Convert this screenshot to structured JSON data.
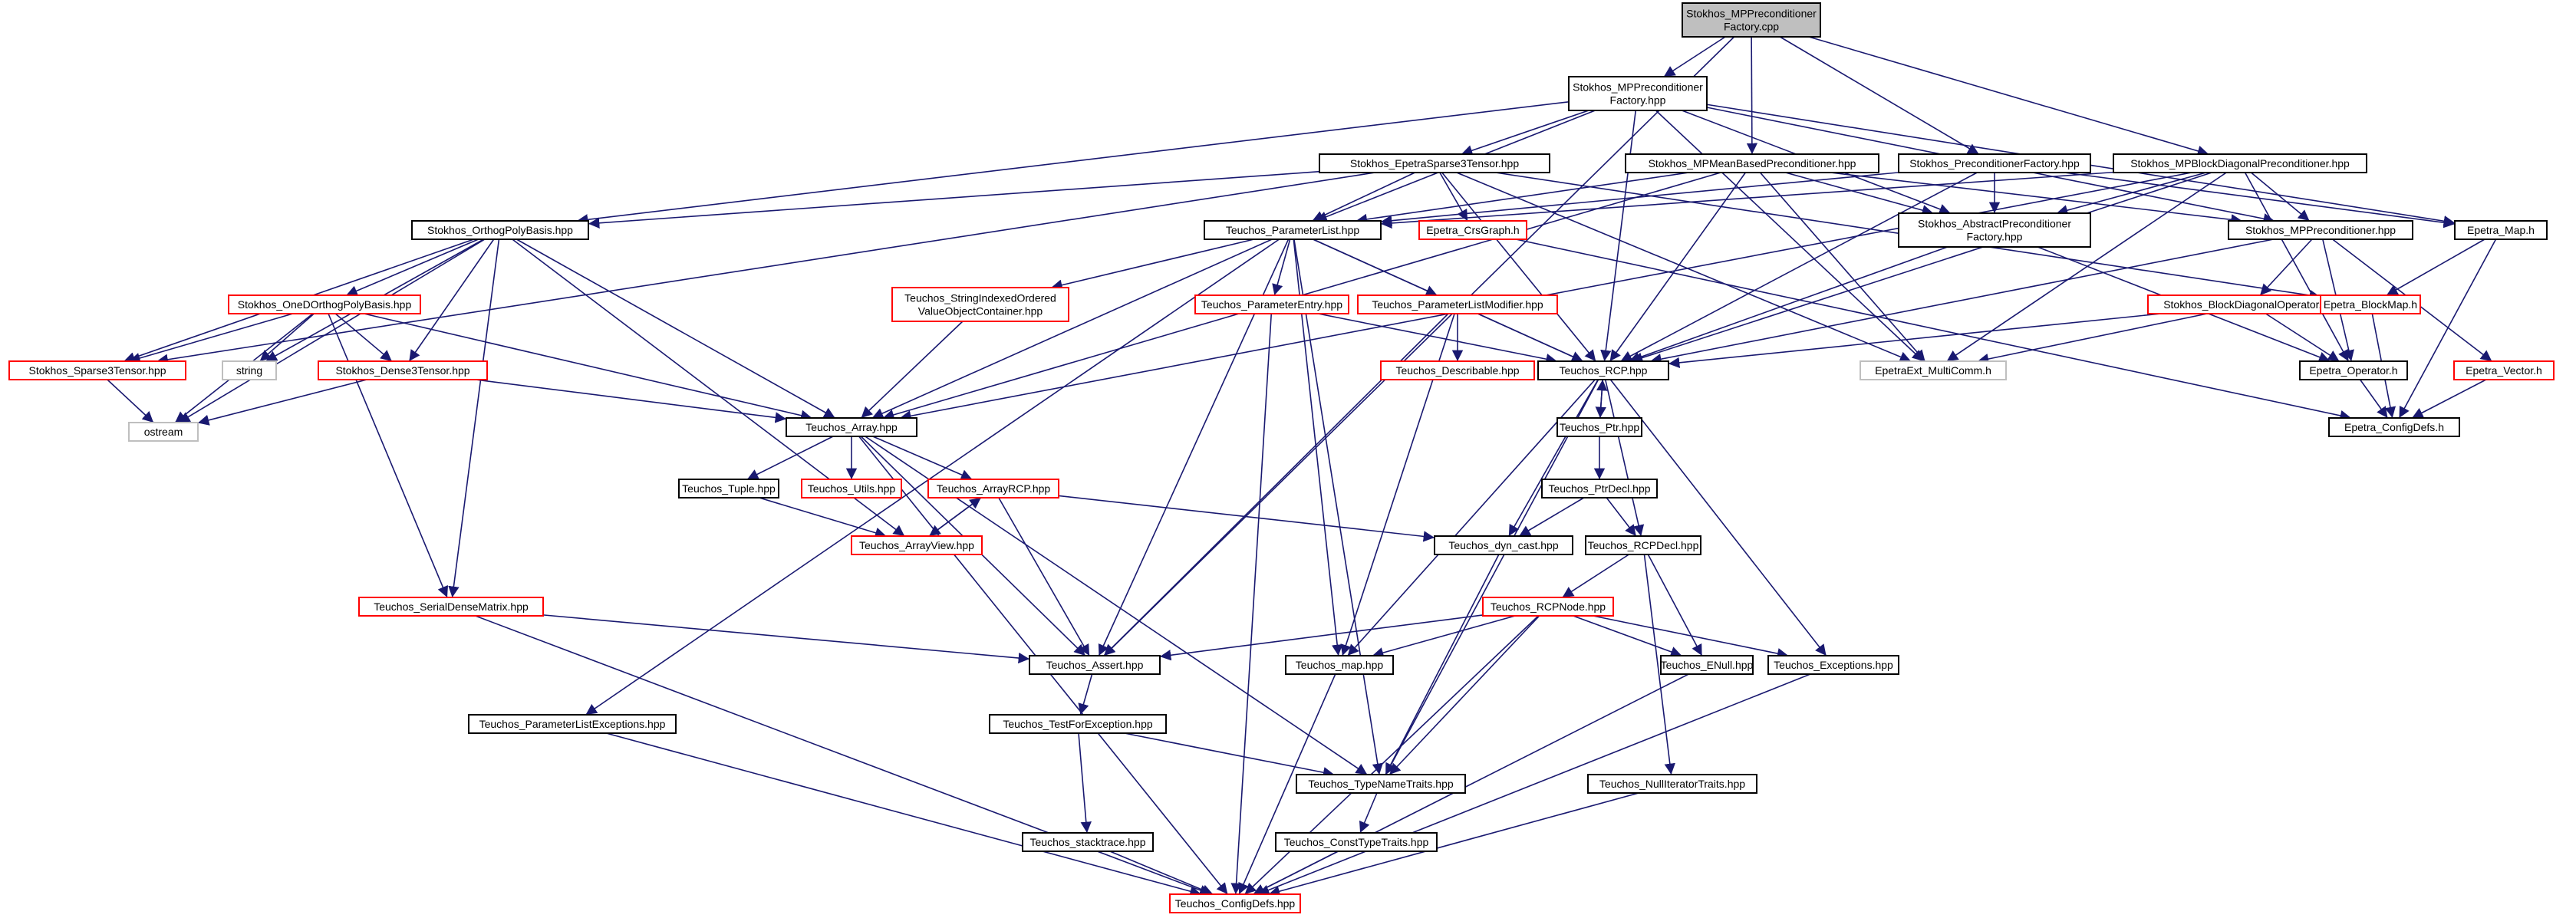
{
  "colors": {
    "edge": "#191970",
    "node_border": "#000000",
    "node_border_red": "#ff0000",
    "node_border_gray": "#bfbfbf",
    "root_fill": "#bfbfbf",
    "node_fill": "#ffffff",
    "text": "#000000"
  },
  "nodes": [
    {
      "id": "root",
      "lines": [
        "Stokhos_MPPreconditioner",
        "Factory.cpp"
      ],
      "style": "root"
    },
    {
      "id": "mpfac_hpp",
      "lines": [
        "Stokhos_MPPreconditioner",
        "Factory.hpp"
      ],
      "style": "black"
    },
    {
      "id": "epetra_sparse3",
      "lines": [
        "Stokhos_EpetraSparse3Tensor.hpp"
      ],
      "style": "black"
    },
    {
      "id": "mpmean",
      "lines": [
        "Stokhos_MPMeanBasedPreconditioner.hpp"
      ],
      "style": "black"
    },
    {
      "id": "precfac",
      "lines": [
        "Stokhos_PreconditionerFactory.hpp"
      ],
      "style": "black"
    },
    {
      "id": "mpblockdiag",
      "lines": [
        "Stokhos_MPBlockDiagonalPreconditioner.hpp"
      ],
      "style": "black"
    },
    {
      "id": "orthopoly",
      "lines": [
        "Stokhos_OrthogPolyBasis.hpp"
      ],
      "style": "black"
    },
    {
      "id": "paramlist",
      "lines": [
        "Teuchos_ParameterList.hpp"
      ],
      "style": "black"
    },
    {
      "id": "crsgraph",
      "lines": [
        "Epetra_CrsGraph.h"
      ],
      "style": "red"
    },
    {
      "id": "absprecfac",
      "lines": [
        "Stokhos_AbstractPreconditioner",
        "Factory.hpp"
      ],
      "style": "black"
    },
    {
      "id": "mpprec",
      "lines": [
        "Stokhos_MPPreconditioner.hpp"
      ],
      "style": "black"
    },
    {
      "id": "epetramap",
      "lines": [
        "Epetra_Map.h"
      ],
      "style": "black"
    },
    {
      "id": "oned",
      "lines": [
        "Stokhos_OneDOrthogPolyBasis.hpp"
      ],
      "style": "red"
    },
    {
      "id": "stringidx",
      "lines": [
        "Teuchos_StringIndexedOrdered",
        "ValueObjectContainer.hpp"
      ],
      "style": "red"
    },
    {
      "id": "paramentry",
      "lines": [
        "Teuchos_ParameterEntry.hpp"
      ],
      "style": "red"
    },
    {
      "id": "paramlistmod",
      "lines": [
        "Teuchos_ParameterListModifier.hpp"
      ],
      "style": "red"
    },
    {
      "id": "blockdiagop",
      "lines": [
        "Stokhos_BlockDiagonalOperator.hpp"
      ],
      "style": "red"
    },
    {
      "id": "blockmap",
      "lines": [
        "Epetra_BlockMap.h"
      ],
      "style": "red"
    },
    {
      "id": "sparse3",
      "lines": [
        "Stokhos_Sparse3Tensor.hpp"
      ],
      "style": "red"
    },
    {
      "id": "string",
      "lines": [
        "string"
      ],
      "style": "gray"
    },
    {
      "id": "dense3",
      "lines": [
        "Stokhos_Dense3Tensor.hpp"
      ],
      "style": "red"
    },
    {
      "id": "describable",
      "lines": [
        "Teuchos_Describable.hpp"
      ],
      "style": "red"
    },
    {
      "id": "rcp",
      "lines": [
        "Teuchos_RCP.hpp"
      ],
      "style": "black"
    },
    {
      "id": "multicomm",
      "lines": [
        "EpetraExt_MultiComm.h"
      ],
      "style": "gray"
    },
    {
      "id": "epetraop",
      "lines": [
        "Epetra_Operator.h"
      ],
      "style": "black"
    },
    {
      "id": "epetravec",
      "lines": [
        "Epetra_Vector.h"
      ],
      "style": "red"
    },
    {
      "id": "ostream",
      "lines": [
        "ostream"
      ],
      "style": "gray"
    },
    {
      "id": "array",
      "lines": [
        "Teuchos_Array.hpp"
      ],
      "style": "black"
    },
    {
      "id": "ptr",
      "lines": [
        "Teuchos_Ptr.hpp"
      ],
      "style": "black"
    },
    {
      "id": "configdefs_h",
      "lines": [
        "Epetra_ConfigDefs.h"
      ],
      "style": "black"
    },
    {
      "id": "ptrdecl",
      "lines": [
        "Teuchos_PtrDecl.hpp"
      ],
      "style": "black"
    },
    {
      "id": "tuple",
      "lines": [
        "Teuchos_Tuple.hpp"
      ],
      "style": "black"
    },
    {
      "id": "utils",
      "lines": [
        "Teuchos_Utils.hpp"
      ],
      "style": "red"
    },
    {
      "id": "arrayrcp",
      "lines": [
        "Teuchos_ArrayRCP.hpp"
      ],
      "style": "red"
    },
    {
      "id": "arrayview",
      "lines": [
        "Teuchos_ArrayView.hpp"
      ],
      "style": "red"
    },
    {
      "id": "dyncast",
      "lines": [
        "Teuchos_dyn_cast.hpp"
      ],
      "style": "black"
    },
    {
      "id": "rcpdecl",
      "lines": [
        "Teuchos_RCPDecl.hpp"
      ],
      "style": "black"
    },
    {
      "id": "serialdense",
      "lines": [
        "Teuchos_SerialDenseMatrix.hpp"
      ],
      "style": "red"
    },
    {
      "id": "rcpnode",
      "lines": [
        "Teuchos_RCPNode.hpp"
      ],
      "style": "red"
    },
    {
      "id": "assert",
      "lines": [
        "Teuchos_Assert.hpp"
      ],
      "style": "black"
    },
    {
      "id": "map",
      "lines": [
        "Teuchos_map.hpp"
      ],
      "style": "black"
    },
    {
      "id": "enull",
      "lines": [
        "Teuchos_ENull.hpp"
      ],
      "style": "black"
    },
    {
      "id": "exceptions",
      "lines": [
        "Teuchos_Exceptions.hpp"
      ],
      "style": "black"
    },
    {
      "id": "paramlistexc",
      "lines": [
        "Teuchos_ParameterListExceptions.hpp"
      ],
      "style": "black"
    },
    {
      "id": "testforexc",
      "lines": [
        "Teuchos_TestForException.hpp"
      ],
      "style": "black"
    },
    {
      "id": "typename",
      "lines": [
        "Teuchos_TypeNameTraits.hpp"
      ],
      "style": "black"
    },
    {
      "id": "nulliter",
      "lines": [
        "Teuchos_NullIteratorTraits.hpp"
      ],
      "style": "black"
    },
    {
      "id": "stacktrace",
      "lines": [
        "Teuchos_stacktrace.hpp"
      ],
      "style": "black"
    },
    {
      "id": "consttype",
      "lines": [
        "Teuchos_ConstTypeTraits.hpp"
      ],
      "style": "black"
    },
    {
      "id": "configdefs_hpp",
      "lines": [
        "Teuchos_ConfigDefs.hpp"
      ],
      "style": "red"
    }
  ],
  "edges": [
    [
      "root",
      "mpfac_hpp"
    ],
    [
      "root",
      "assert"
    ],
    [
      "root",
      "mpmean"
    ],
    [
      "root",
      "precfac"
    ],
    [
      "root",
      "mpblockdiag"
    ],
    [
      "mpfac_hpp",
      "epetra_sparse3"
    ],
    [
      "mpfac_hpp",
      "orthopoly"
    ],
    [
      "mpfac_hpp",
      "paramlist"
    ],
    [
      "mpfac_hpp",
      "rcp"
    ],
    [
      "mpfac_hpp",
      "absprecfac"
    ],
    [
      "mpfac_hpp",
      "multicomm"
    ],
    [
      "mpfac_hpp",
      "epetramap"
    ],
    [
      "mpfac_hpp",
      "mpprec"
    ],
    [
      "epetra_sparse3",
      "orthopoly"
    ],
    [
      "epetra_sparse3",
      "paramlist"
    ],
    [
      "epetra_sparse3",
      "crsgraph"
    ],
    [
      "epetra_sparse3",
      "rcp"
    ],
    [
      "epetra_sparse3",
      "sparse3"
    ],
    [
      "epetra_sparse3",
      "multicomm"
    ],
    [
      "epetra_sparse3",
      "blockmap"
    ],
    [
      "mpmean",
      "paramlist"
    ],
    [
      "mpmean",
      "absprecfac"
    ],
    [
      "mpmean",
      "mpprec"
    ],
    [
      "mpmean",
      "rcp"
    ],
    [
      "mpmean",
      "multicomm"
    ],
    [
      "mpmean",
      "array"
    ],
    [
      "precfac",
      "paramlist"
    ],
    [
      "precfac",
      "absprecfac"
    ],
    [
      "precfac",
      "epetramap"
    ],
    [
      "precfac",
      "rcp"
    ],
    [
      "mpblockdiag",
      "paramlist"
    ],
    [
      "mpblockdiag",
      "absprecfac"
    ],
    [
      "mpblockdiag",
      "mpprec"
    ],
    [
      "mpblockdiag",
      "rcp"
    ],
    [
      "mpblockdiag",
      "multicomm"
    ],
    [
      "mpblockdiag",
      "epetraop"
    ],
    [
      "mpblockdiag",
      "array"
    ],
    [
      "orthopoly",
      "oned"
    ],
    [
      "orthopoly",
      "sparse3"
    ],
    [
      "orthopoly",
      "dense3"
    ],
    [
      "orthopoly",
      "string"
    ],
    [
      "orthopoly",
      "ostream"
    ],
    [
      "orthopoly",
      "array"
    ],
    [
      "orthopoly",
      "serialdense"
    ],
    [
      "orthopoly",
      "arrayview"
    ],
    [
      "paramlist",
      "stringidx"
    ],
    [
      "paramlist",
      "paramentry"
    ],
    [
      "paramlist",
      "paramlistmod"
    ],
    [
      "paramlist",
      "rcp"
    ],
    [
      "paramlist",
      "array"
    ],
    [
      "paramlist",
      "assert"
    ],
    [
      "paramlist",
      "map"
    ],
    [
      "paramlist",
      "paramlistexc"
    ],
    [
      "paramlist",
      "typename"
    ],
    [
      "crsgraph",
      "configdefs_h"
    ],
    [
      "absprecfac",
      "rcp"
    ],
    [
      "absprecfac",
      "epetraop"
    ],
    [
      "mpprec",
      "blockdiagop"
    ],
    [
      "mpprec",
      "rcp"
    ],
    [
      "mpprec",
      "epetraop"
    ],
    [
      "mpprec",
      "epetravec"
    ],
    [
      "epetramap",
      "blockmap"
    ],
    [
      "epetramap",
      "configdefs_h"
    ],
    [
      "oned",
      "sparse3"
    ],
    [
      "oned",
      "dense3"
    ],
    [
      "oned",
      "string"
    ],
    [
      "oned",
      "ostream"
    ],
    [
      "oned",
      "array"
    ],
    [
      "oned",
      "serialdense"
    ],
    [
      "stringidx",
      "array"
    ],
    [
      "paramentry",
      "rcp"
    ],
    [
      "paramentry",
      "configdefs_hpp"
    ],
    [
      "paramlistmod",
      "rcp"
    ],
    [
      "paramlistmod",
      "describable"
    ],
    [
      "paramlistmod",
      "map"
    ],
    [
      "paramlistmod",
      "assert"
    ],
    [
      "blockdiagop",
      "rcp"
    ],
    [
      "blockdiagop",
      "epetraop"
    ],
    [
      "blockdiagop",
      "multicomm"
    ],
    [
      "blockmap",
      "configdefs_h"
    ],
    [
      "sparse3",
      "ostream"
    ],
    [
      "dense3",
      "ostream"
    ],
    [
      "dense3",
      "array"
    ],
    [
      "rcp",
      "ptr"
    ],
    [
      "rcp",
      "dyncast"
    ],
    [
      "rcp",
      "rcpdecl"
    ],
    [
      "rcp",
      "map"
    ],
    [
      "rcp",
      "exceptions"
    ],
    [
      "rcp",
      "typename"
    ],
    [
      "epetraop",
      "configdefs_h"
    ],
    [
      "epetravec",
      "configdefs_h"
    ],
    [
      "array",
      "tuple"
    ],
    [
      "array",
      "utils"
    ],
    [
      "array",
      "arrayrcp"
    ],
    [
      "array",
      "assert"
    ],
    [
      "array",
      "typename"
    ],
    [
      "array",
      "configdefs_hpp"
    ],
    [
      "ptr",
      "rcp"
    ],
    [
      "ptr",
      "ptrdecl"
    ],
    [
      "ptrdecl",
      "dyncast"
    ],
    [
      "ptrdecl",
      "rcpdecl"
    ],
    [
      "tuple",
      "arrayview"
    ],
    [
      "arrayrcp",
      "arrayview"
    ],
    [
      "arrayrcp",
      "assert"
    ],
    [
      "arrayrcp",
      "dyncast"
    ],
    [
      "arrayview",
      "arrayrcp"
    ],
    [
      "dyncast",
      "typename"
    ],
    [
      "rcpdecl",
      "rcpnode"
    ],
    [
      "rcpdecl",
      "enull"
    ],
    [
      "rcpdecl",
      "nulliter"
    ],
    [
      "serialdense",
      "assert"
    ],
    [
      "serialdense",
      "configdefs_hpp"
    ],
    [
      "rcpnode",
      "assert"
    ],
    [
      "rcpnode",
      "map"
    ],
    [
      "rcpnode",
      "enull"
    ],
    [
      "rcpnode",
      "exceptions"
    ],
    [
      "rcpnode",
      "typename"
    ],
    [
      "rcpnode",
      "configdefs_hpp"
    ],
    [
      "assert",
      "testforexc"
    ],
    [
      "map",
      "configdefs_hpp"
    ],
    [
      "enull",
      "configdefs_hpp"
    ],
    [
      "exceptions",
      "configdefs_hpp"
    ],
    [
      "paramlistexc",
      "configdefs_hpp"
    ],
    [
      "testforexc",
      "typename"
    ],
    [
      "testforexc",
      "stacktrace"
    ],
    [
      "typename",
      "consttype"
    ],
    [
      "nulliter",
      "configdefs_hpp"
    ],
    [
      "stacktrace",
      "configdefs_hpp"
    ],
    [
      "consttype",
      "configdefs_hpp"
    ]
  ]
}
